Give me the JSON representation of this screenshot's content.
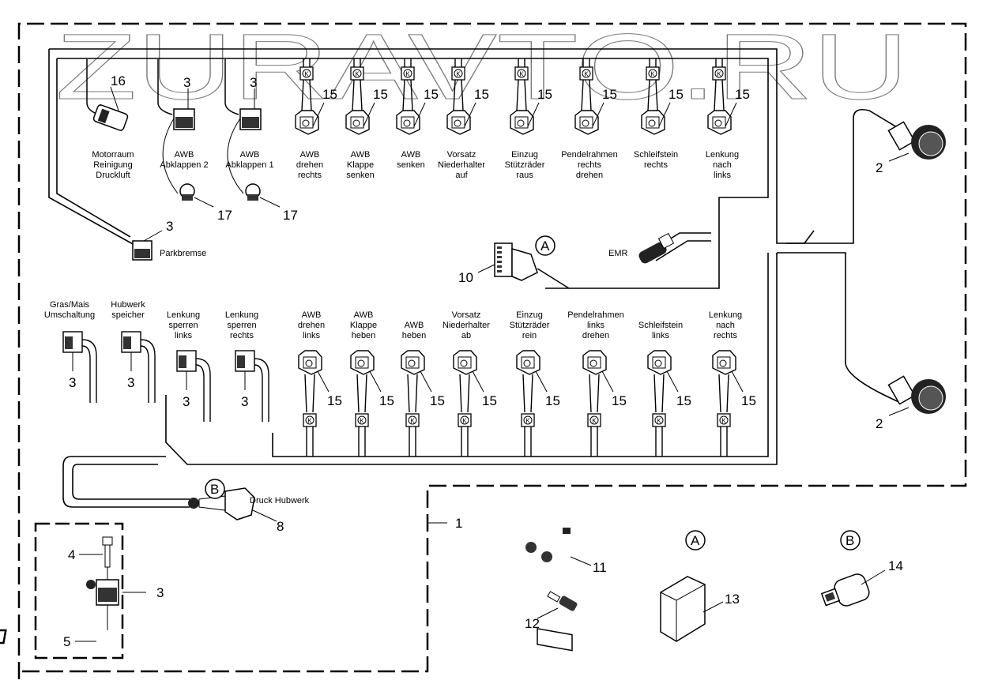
{
  "diagram": {
    "type": "wiring-harness-parts-diagram",
    "watermark": "ZURAVTO.RU",
    "top_connectors": [
      {
        "label": [
          "Motorraum",
          "Reinigung",
          "Druckluft"
        ],
        "part": "16"
      },
      {
        "label": [
          "AWB",
          "Abklappen 2"
        ],
        "part": "3",
        "sub_part": "17"
      },
      {
        "label": [
          "AWB",
          "Abklappen 1"
        ],
        "part": "3",
        "sub_part": "17"
      },
      {
        "label": [
          "AWB",
          "drehen",
          "rechts"
        ],
        "part": "15"
      },
      {
        "label": [
          "AWB",
          "Klappe",
          "senken"
        ],
        "part": "15"
      },
      {
        "label": [
          "AWB",
          "senken"
        ],
        "part": "15"
      },
      {
        "label": [
          "Vorsatz",
          "Niederhalter",
          "auf"
        ],
        "part": "15"
      },
      {
        "label": [
          "Einzug",
          "Stützräder",
          "raus"
        ],
        "part": "15"
      },
      {
        "label": [
          "Pendelrahmen",
          "rechts",
          "drehen"
        ],
        "part": "15"
      },
      {
        "label": [
          "Schleifstein",
          "rechts"
        ],
        "part": "15"
      },
      {
        "label": [
          "Lenkung",
          "nach",
          "links"
        ],
        "part": "15"
      }
    ],
    "bottom_connectors": [
      {
        "label": [
          "Gras/Mais",
          "Umschaltung"
        ],
        "part": "3"
      },
      {
        "label": [
          "Hubwerk",
          "speicher"
        ],
        "part": "3"
      },
      {
        "label": [
          "Lenkung",
          "sperren",
          "links"
        ],
        "part": "3"
      },
      {
        "label": [
          "Lenkung",
          "sperren",
          "rechts"
        ],
        "part": "3"
      },
      {
        "label": [
          "AWB",
          "drehen",
          "links"
        ],
        "part": "15"
      },
      {
        "label": [
          "AWB",
          "Klappe",
          "heben"
        ],
        "part": "15"
      },
      {
        "label": [
          "AWB",
          "heben"
        ],
        "part": "15"
      },
      {
        "label": [
          "Vorsatz",
          "Niederhalter",
          "ab"
        ],
        "part": "15"
      },
      {
        "label": [
          "Einzug",
          "Stützräder",
          "rein"
        ],
        "part": "15"
      },
      {
        "label": [
          "Pendelrahmen",
          "links",
          "drehen"
        ],
        "part": "15"
      },
      {
        "label": [
          "Schleifstein",
          "links"
        ],
        "part": "15"
      },
      {
        "label": [
          "Lenkung",
          "nach",
          "rechts"
        ],
        "part": "15"
      }
    ],
    "misc_labels": {
      "parkbremse": "Parkbremse",
      "parkbremse_part": "3",
      "emr": "EMR",
      "druck_hubwerk": "Druck Hubwerk",
      "ref_a": "A",
      "ref_b": "B"
    },
    "callouts": {
      "main_harness": "1",
      "round_connector": "2",
      "valve_plug": "3",
      "screw": "4",
      "seal": "5",
      "pressure_switch_plug": "8",
      "emr_connector": "10",
      "t_distributor": "11",
      "plug_pin": "12",
      "connector_housing_a": "13",
      "sensor_b": "14"
    },
    "k_marker": "K"
  }
}
